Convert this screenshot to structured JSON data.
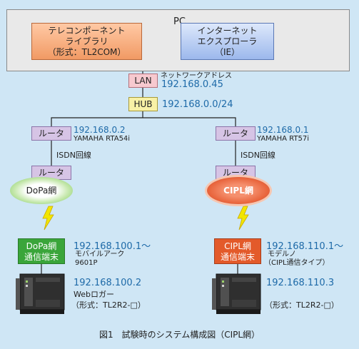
{
  "pc": {
    "label": "PC"
  },
  "component_library": {
    "line1": "テレコンポーネント",
    "line2": "ライブラリ",
    "line3": "（形式：TL2COM）"
  },
  "internet_explorer": {
    "line1": "インターネット",
    "line2": "エクスプローラ",
    "line3": "（IE）"
  },
  "lan": {
    "label": "LAN",
    "caption": "ネットワークアドレス",
    "address": "192.168.0.45"
  },
  "hub": {
    "label": "HUB",
    "address": "192.168.0.0/24"
  },
  "left_branch": {
    "router1_label": "ルータ",
    "router1_ip": "192.168.0.2",
    "router1_model": "YAMAHA RTA54i",
    "isdn_label": "ISDN回線",
    "router2_label": "ルータ",
    "network_label": "DoPa網",
    "terminal_line1": "DoPa網",
    "terminal_line2": "通信端末",
    "terminal_ip": "192.168.100.1〜",
    "terminal_model_line1": "モバイルアーク",
    "terminal_model_line2": "9601P",
    "logger_ip": "192.168.100.2",
    "logger_name": "Webロガー",
    "logger_model": "（形式：TL2R2-□）"
  },
  "right_branch": {
    "router1_label": "ルータ",
    "router1_ip": "192.168.0.1",
    "router1_model": "YAMAHA RT57i",
    "isdn_label": "ISDN回線",
    "router2_label": "ルータ",
    "network_label": "CIPL網",
    "terminal_line1": "CIPL網",
    "terminal_line2": "通信端末",
    "terminal_ip": "192.168.110.1〜",
    "terminal_model_line1": "モデルノ",
    "terminal_model_line2": "（CIPL通信タイプ）",
    "logger_ip": "192.168.110.3",
    "logger_model": "（形式：TL2R2-□）"
  },
  "caption": "図1　試験時のシステム構成図（CIPL網）",
  "colors": {
    "background": "#cfe6f5",
    "ip_text": "#1e6aa8",
    "lightning": "#f2e600"
  },
  "icons": [
    "lightning-bolt-icon",
    "web-logger-device-icon"
  ]
}
